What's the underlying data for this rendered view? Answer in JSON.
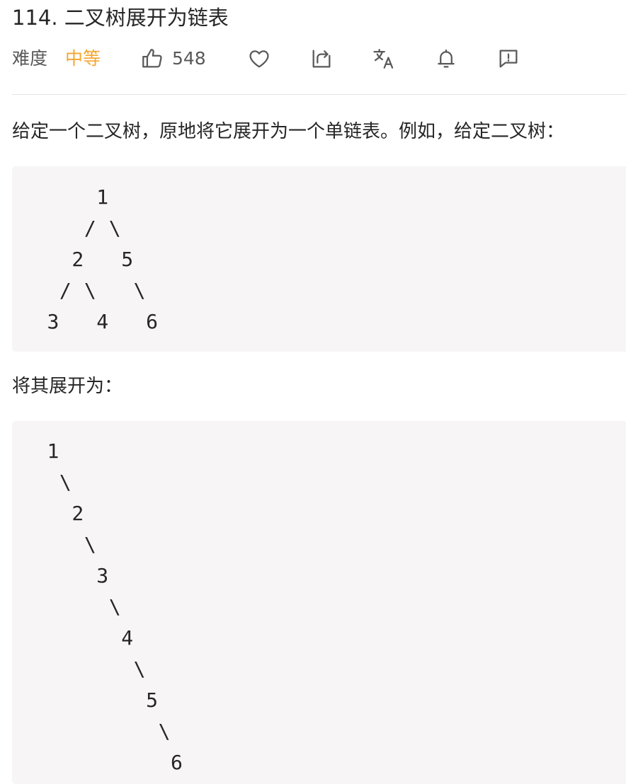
{
  "problem": {
    "title": "114. 二叉树展开为链表"
  },
  "toolbar": {
    "difficulty_label": "难度",
    "difficulty_value": "中等",
    "difficulty_color": "#f4a530",
    "like_count": "548",
    "icons": [
      "thumbs-up-icon",
      "heart-icon",
      "share-icon",
      "translate-icon",
      "bell-icon",
      "feedback-icon"
    ]
  },
  "content": {
    "description": "给定一个二叉树，原地将它展开为一个单链表。例如，给定二叉树：",
    "example_tree": "     1\n    / \\\n   2   5\n  / \\   \\\n 3   4   6",
    "flatten_intro": "将其展开为：",
    "flattened_list": " 1\n  \\\n   2\n    \\\n     3\n      \\\n       4\n        \\\n         5\n          \\\n           6"
  }
}
